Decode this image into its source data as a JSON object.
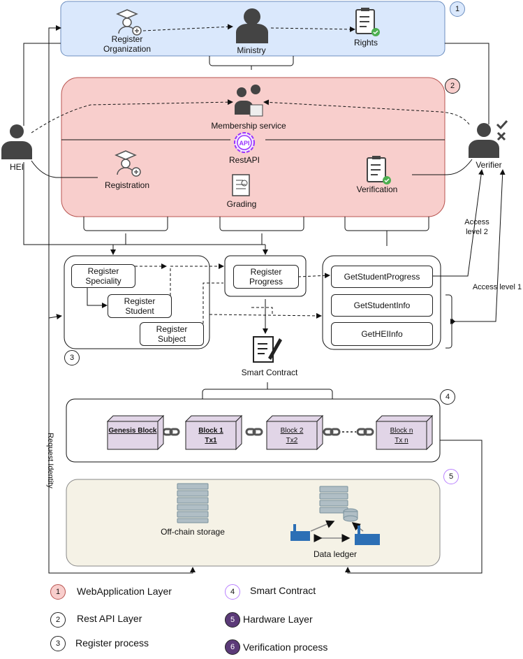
{
  "colors": {
    "web_layer_fill": "#dae8fc",
    "web_layer_stroke": "#6c8ebf",
    "rest_layer_fill": "#f8cecc",
    "rest_layer_stroke": "#b85450",
    "hardware_fill": "#f5f2e6",
    "block_fill": "#e1d5e7",
    "api_purple": "#9933ff",
    "check_green": "#4caf50"
  },
  "actors": {
    "hei": "HEI",
    "ministry": "Ministry",
    "verifier": "Verifier"
  },
  "web_layer": {
    "register_organization": "Register\nOrganization",
    "rights": "Rights",
    "badge": "1"
  },
  "rest_layer": {
    "membership_service": "Membership service",
    "rest_api": "RestAPI",
    "api_icon_text": "API",
    "registration": "Registration",
    "grading": "Grading",
    "verification": "Verification",
    "badge": "2"
  },
  "register_process": {
    "register_speciality": "Register\nSpeciality",
    "register_student": "Register\nStudent",
    "register_subject": "Register\nSubject",
    "register_progress": "Register\nProgress",
    "badge": "3"
  },
  "verification_process": {
    "get_student_progress": "GetStudentProgress",
    "get_student_info": "GetStudentInfo",
    "get_hei_info": "GetHEIInfo"
  },
  "access": {
    "level2": "Access\nlevel 2",
    "level1": "Access level 1",
    "request_identity": "Request Identity"
  },
  "smart_contract": {
    "label": "Smart Contract",
    "badge": "4"
  },
  "chain": {
    "blocks": [
      {
        "title": "Genesis Block",
        "sub": ""
      },
      {
        "title": "Block 1",
        "sub": "Tx1"
      },
      {
        "title": "Block 2",
        "sub": "Tx2"
      },
      {
        "title": "Block n",
        "sub": "Tx n"
      }
    ]
  },
  "hardware": {
    "offchain": "Off-chain storage",
    "data_ledger": "Data ledger",
    "badge": "5"
  },
  "legend": [
    {
      "num": "1",
      "text": "WebApplication Layer"
    },
    {
      "num": "2",
      "text": "Rest API Layer"
    },
    {
      "num": "3",
      "text": "Register process"
    },
    {
      "num": "4",
      "text": "Smart Contract"
    },
    {
      "num": "5",
      "text": "Hardware Layer"
    },
    {
      "num": "6",
      "text": "Verification process"
    }
  ]
}
